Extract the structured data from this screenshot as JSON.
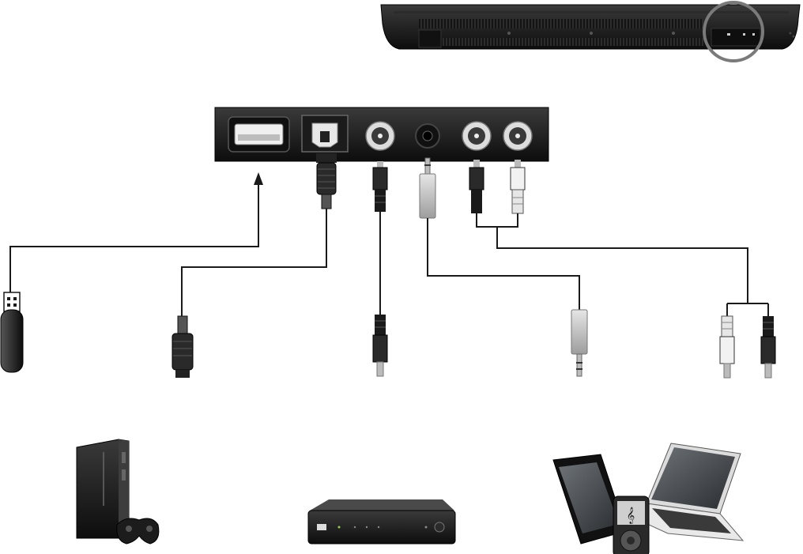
{
  "soundbar": {
    "highlight_circle_color": "#7a7a7a"
  },
  "panel": {
    "ports": [
      {
        "id": "usb",
        "kind": "usb-port-icon"
      },
      {
        "id": "optical",
        "kind": "optical-port-icon"
      },
      {
        "id": "coaxial",
        "kind": "coaxial-port-icon"
      },
      {
        "id": "aux",
        "kind": "aux-3.5mm-port-icon"
      },
      {
        "id": "rca-left",
        "kind": "rca-port-icon"
      },
      {
        "id": "rca-right",
        "kind": "rca-port-icon"
      }
    ]
  },
  "cables": [
    {
      "id": "usb-stick",
      "kind": "usb-stick-icon"
    },
    {
      "id": "optical-plug",
      "kind": "optical-plug-icon"
    },
    {
      "id": "coaxial-plug",
      "kind": "rca-plug-icon"
    },
    {
      "id": "aux-plug",
      "kind": "jack-plug-icon"
    },
    {
      "id": "rca-pair",
      "kind": "rca-pair-icon"
    }
  ],
  "devices": [
    {
      "id": "game-console",
      "kind": "game-console-icon"
    },
    {
      "id": "set-top-box",
      "kind": "set-top-box-icon"
    },
    {
      "id": "media-devices",
      "kind": "tablet-laptop-player-icon"
    }
  ],
  "colors": {
    "device_dark": "#1c1c1c",
    "line": "#1a1a1a",
    "plug_white": "#f2f2f2",
    "plug_grey": "#9a9a9a",
    "port_ring": "#c9c9c9"
  }
}
